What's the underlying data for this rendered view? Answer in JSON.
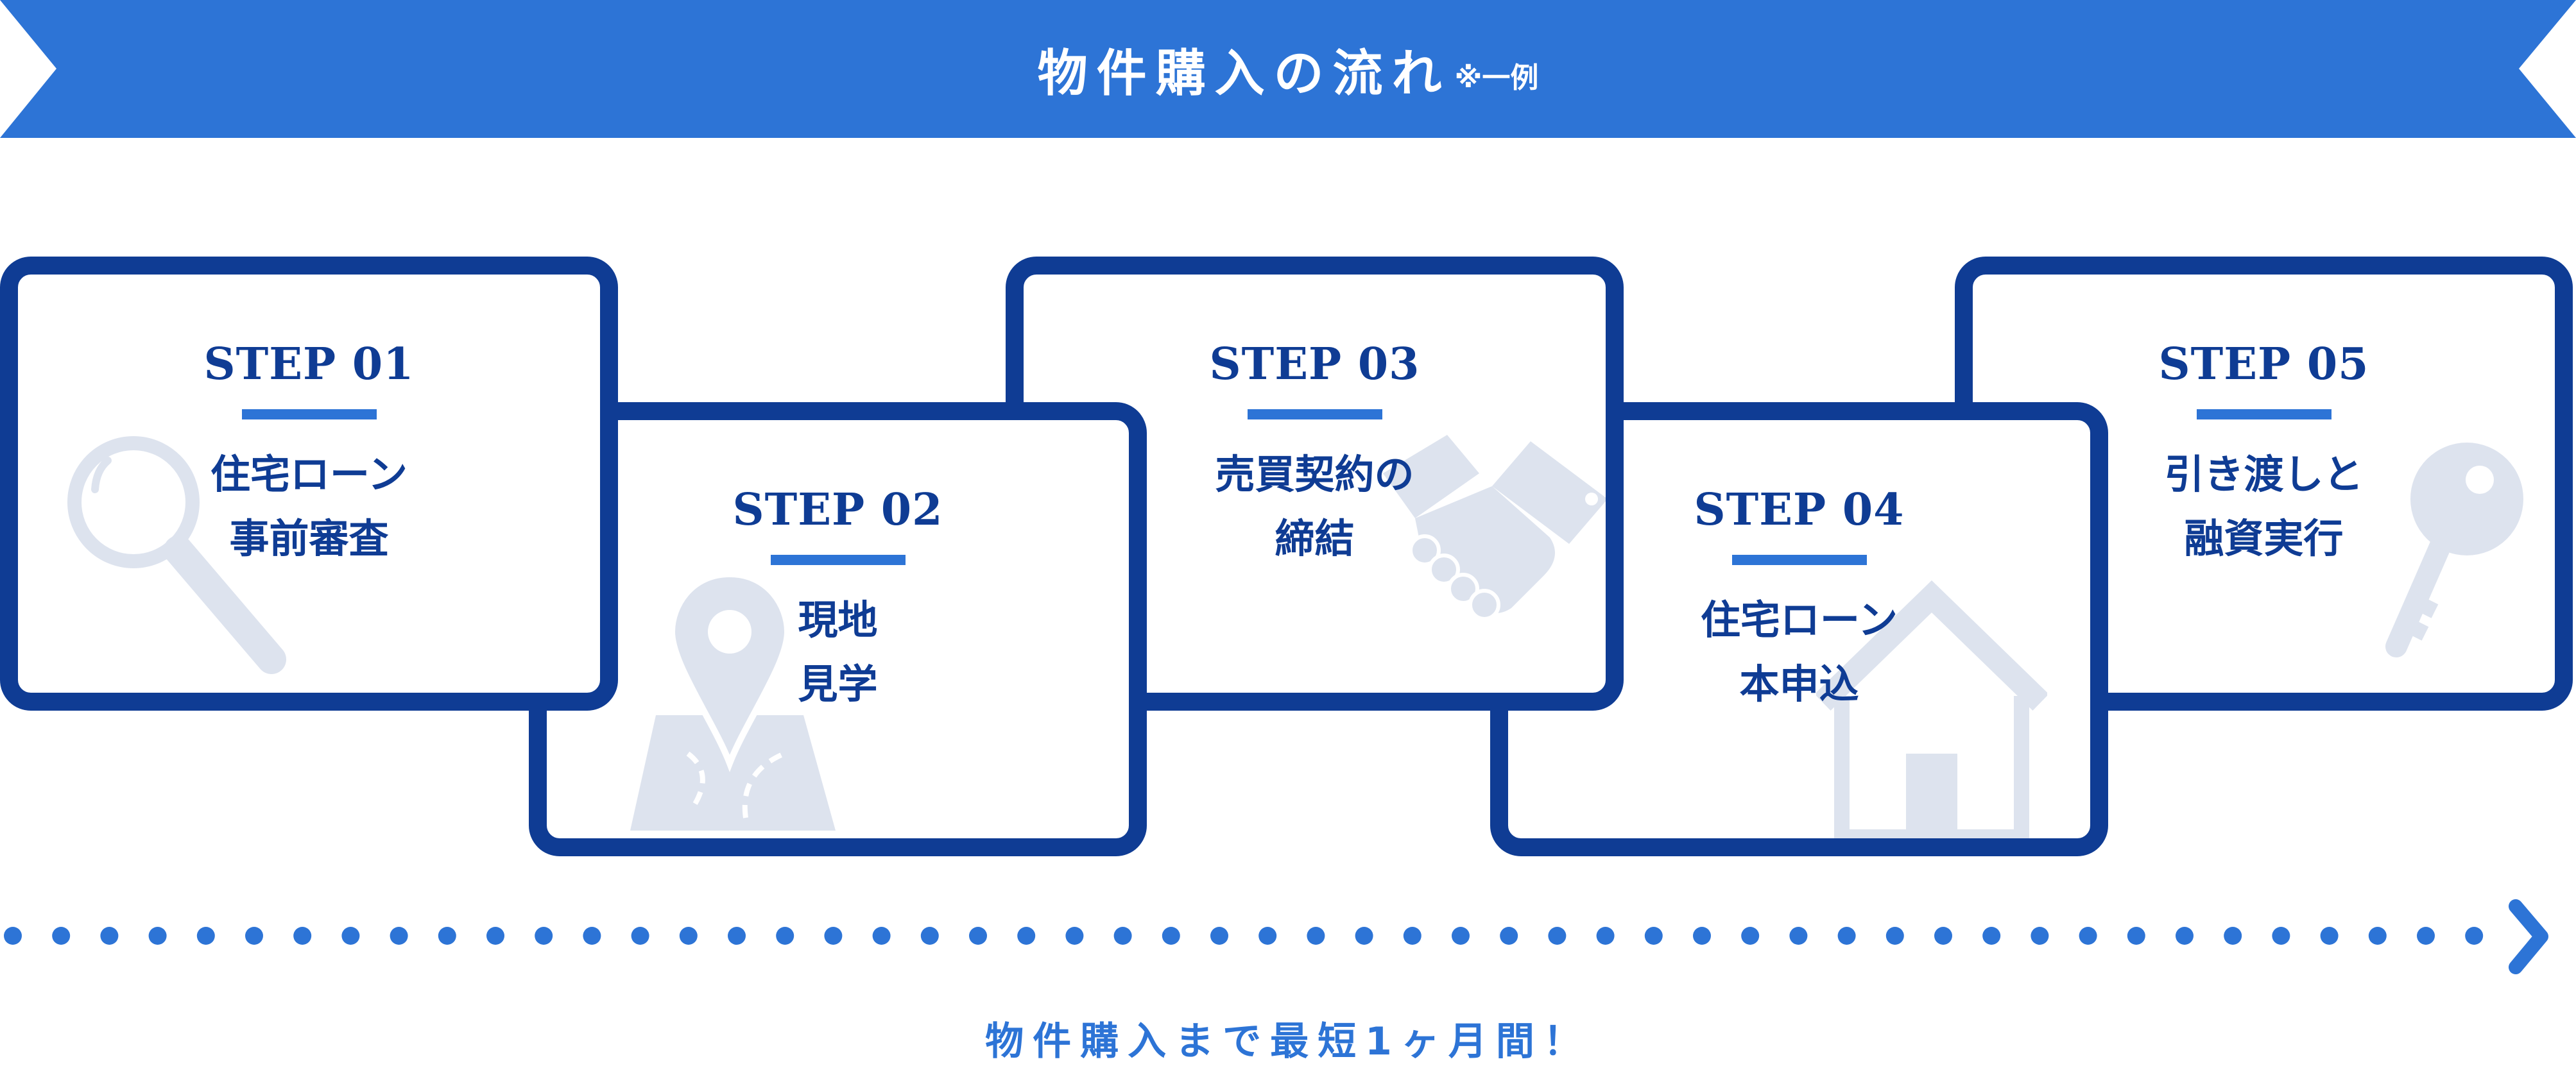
{
  "banner": {
    "title": "物件購入の流れ",
    "note": "※一例"
  },
  "steps": [
    {
      "step": "STEP 01",
      "lines": [
        "住宅ローン",
        "事前審査"
      ],
      "icon": "magnifier-icon"
    },
    {
      "step": "STEP 02",
      "lines": [
        "現地",
        "見学"
      ],
      "icon": "map-pin-icon"
    },
    {
      "step": "STEP 03",
      "lines": [
        "売買契約の",
        "締結"
      ],
      "icon": "handshake-icon"
    },
    {
      "step": "STEP 04",
      "lines": [
        "住宅ローン",
        "本申込"
      ],
      "icon": "house-icon"
    },
    {
      "step": "STEP 05",
      "lines": [
        "引き渡しと",
        "融資実行"
      ],
      "icon": "key-icon"
    }
  ],
  "footer": {
    "text": "物件購入まで最短1ヶ月間！"
  },
  "colors": {
    "accent": "#2d74d6",
    "navy": "#0f3c94",
    "icon": "#dde3ee"
  }
}
